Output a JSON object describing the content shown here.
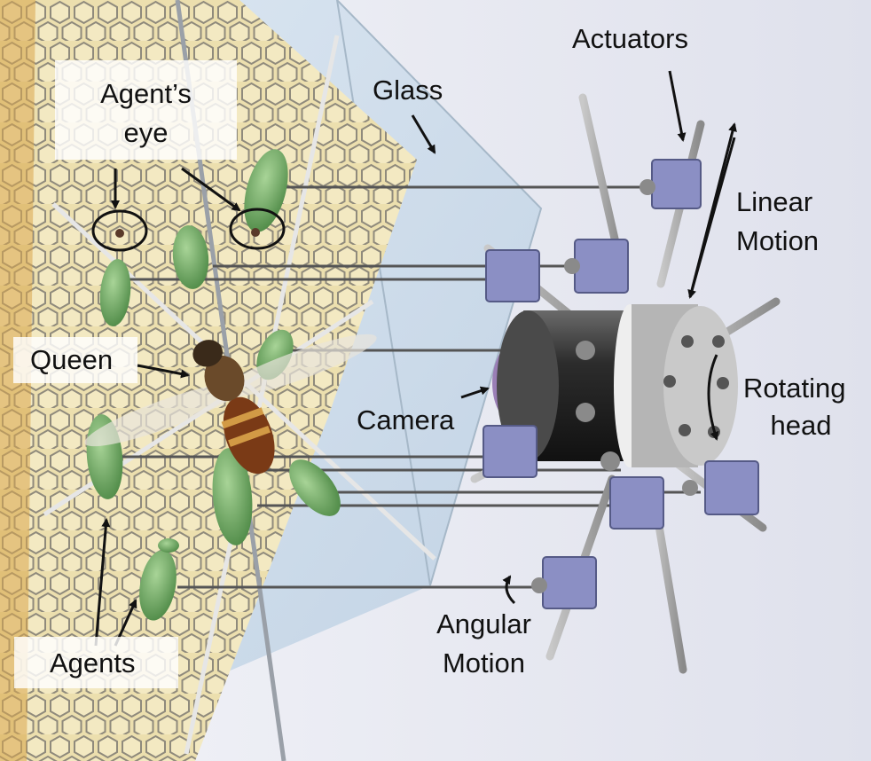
{
  "labels": {
    "actuators": "Actuators",
    "glass": "Glass",
    "agents_eye_line1": "Agent’s",
    "agents_eye_line2": "eye",
    "linear_motion_line1": "Linear",
    "linear_motion_line2": "Motion",
    "queen": "Queen",
    "rotating_head_line1": "Rotating",
    "rotating_head_line2": "head",
    "camera": "Camera",
    "angular_motion_line1": "Angular",
    "angular_motion_line2": "Motion",
    "agents": "Agents"
  },
  "colors": {
    "comb": "#ecdfae",
    "comb_cell": "#8f8a7c",
    "glass": "#cfe0ee",
    "actuator": "#8b8fc4",
    "agent": "#79ac6a",
    "head": "#3a3a3a",
    "camera": "#9a7fb6"
  }
}
